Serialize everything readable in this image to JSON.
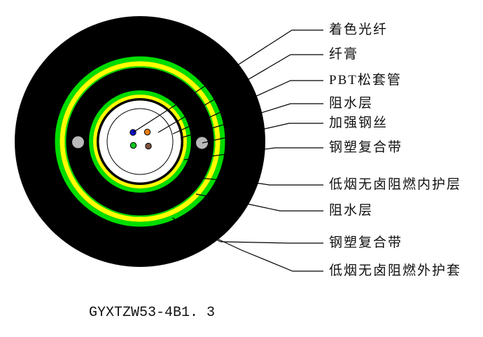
{
  "model_label": "GYXTZW53-4B1. 3",
  "labels": [
    {
      "id": "colored-fiber",
      "text": "着色光纤"
    },
    {
      "id": "fiber-gel",
      "text": "纤膏"
    },
    {
      "id": "pbt-loose-tube",
      "text": "PBT松套管"
    },
    {
      "id": "water-blocking-layer-inner",
      "text": "阻水层"
    },
    {
      "id": "strength-steel-wire",
      "text": "加强钢丝"
    },
    {
      "id": "steel-plastic-tape-inner",
      "text": "钢塑复合带"
    },
    {
      "id": "lszh-inner-sheath",
      "text": "低烟无卤阻燃内护层"
    },
    {
      "id": "water-blocking-layer-outer",
      "text": "阻水层"
    },
    {
      "id": "steel-plastic-tape-outer",
      "text": "钢塑复合带"
    },
    {
      "id": "lszh-outer-sheath",
      "text": "低烟无卤阻燃外护套"
    }
  ],
  "colors": {
    "background": "#ffffff",
    "sheath_black": "#000000",
    "tape_green": "#00dd00",
    "water_yellow": "#ffff00",
    "tube_white": "#ffffff",
    "steel_gray": "#b9b9b9",
    "fiber_blue": "#0d0dd6",
    "fiber_orange": "#ea7d15",
    "fiber_green": "#12c322",
    "fiber_brown": "#7d5340",
    "line_black": "#000000"
  }
}
